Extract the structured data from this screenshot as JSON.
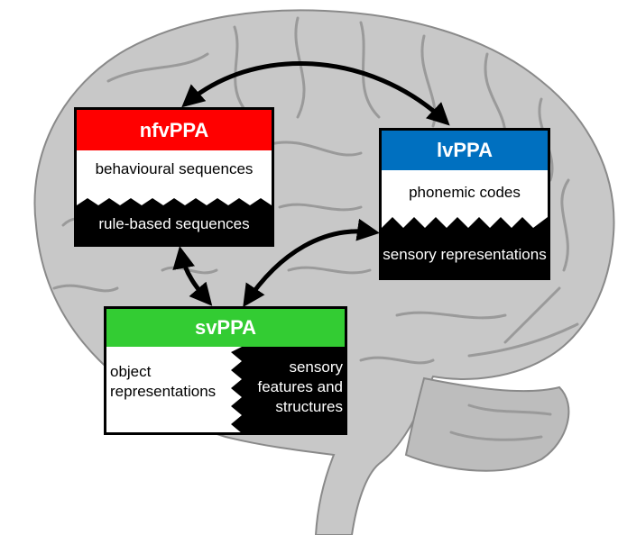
{
  "boxes": {
    "nfvppa": {
      "title": "nfvPPA",
      "top_label": "behavioural sequences",
      "bottom_label": "rule-based sequences",
      "header_color": "#ff0000"
    },
    "lvppa": {
      "title": "lvPPA",
      "top_label": "phonemic codes",
      "bottom_label": "sensory representations",
      "header_color": "#0070c0"
    },
    "svppa": {
      "title": "svPPA",
      "left_label": "object representations",
      "right_label": "sensory features and structures",
      "header_color": "#33cc33"
    }
  },
  "colors": {
    "brain": "#c8c8c8",
    "brain_lines": "#9a9a9a",
    "arrow": "#000000"
  },
  "icons": {
    "background": "brain-illustration",
    "connectors": [
      "double-headed-arrow-nfv-lv",
      "double-headed-arrow-nfv-sv",
      "double-headed-arrow-sv-lv"
    ]
  }
}
